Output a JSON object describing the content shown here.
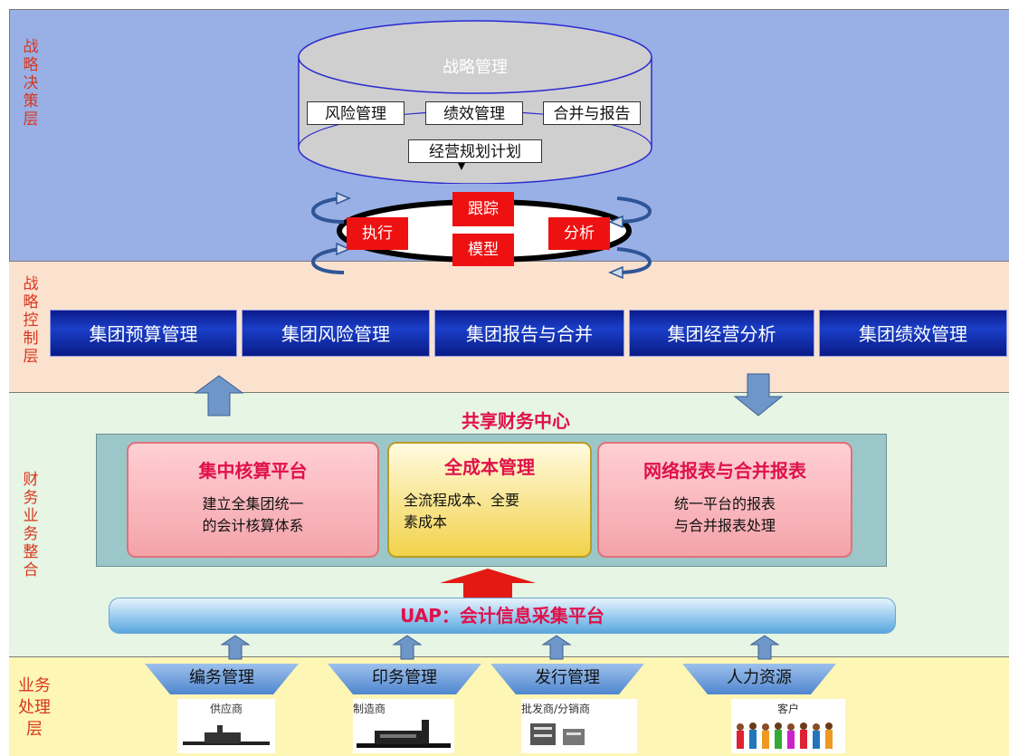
{
  "layers": {
    "strategic_decision": "战\n略\n决\n策\n层",
    "strategic_control": "战\n略\n控\n制\n层",
    "finance_integration": "财\n务\n业\n务\n整\n合",
    "business_processing": "业务\n处理\n层"
  },
  "cylinder": {
    "title": "战略管理",
    "items": [
      "风险管理",
      "绩效管理",
      "合并与报告"
    ],
    "bottom": "经营规划计划"
  },
  "cycle": {
    "top": "跟踪",
    "left": "执行",
    "right": "分析",
    "bottom": "模型"
  },
  "control_modules": [
    "集团预算管理",
    "集团风险管理",
    "集团报告与合并",
    "集团经营分析",
    "集团绩效管理"
  ],
  "shared_center": {
    "title": "共享财务中心",
    "cards": [
      {
        "title": "集中核算平台",
        "body": "建立全集团统一\n的会计核算体系"
      },
      {
        "title": "全成本管理",
        "body": "全流程成本、全要\n素成本"
      },
      {
        "title": "网络报表与合并报表",
        "body": "统一平台的报表\n与合并报表处理"
      }
    ]
  },
  "uap": "UAP：会计信息采集平台",
  "business": {
    "items": [
      "编务管理",
      "印务管理",
      "发行管理",
      "人力资源"
    ],
    "pics": [
      "供应商",
      "制造商",
      "批发商/分销商",
      "客户"
    ]
  },
  "colors": {
    "top_band": "#99b0e6",
    "control_band": "#fbe2cf",
    "finance_band": "#e6f5e4",
    "business_band": "#fef6b5",
    "accent_red": "#ee1111",
    "title_pink": "#e0114a",
    "layer_label": "#d9361e"
  }
}
